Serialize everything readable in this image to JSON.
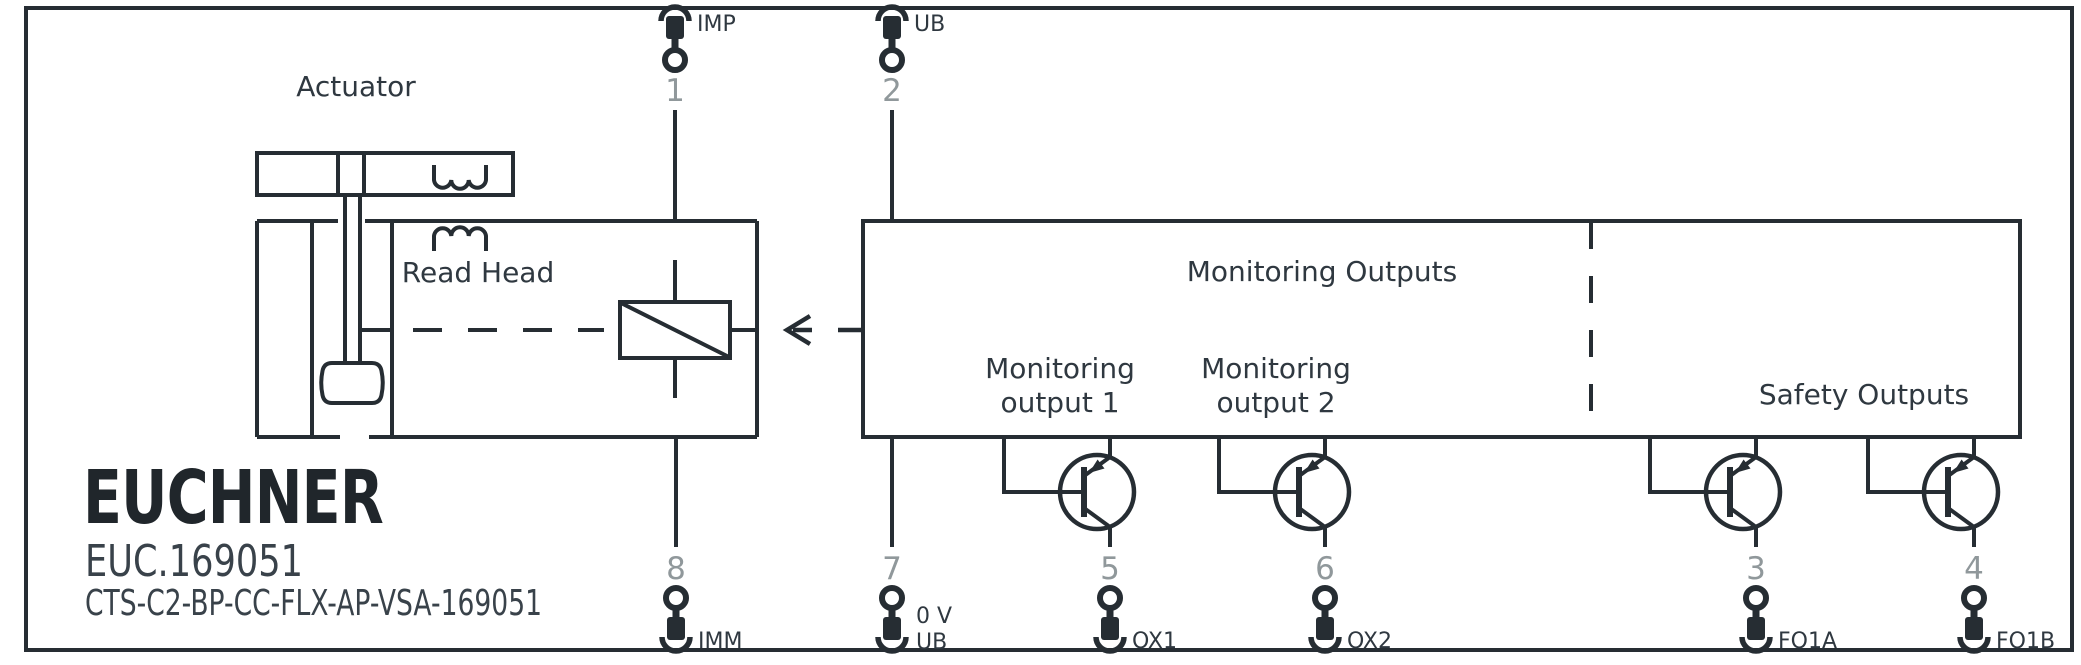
{
  "colors": {
    "line": "#262d33",
    "text": "#2f3840",
    "terminal_number": "#90989b",
    "background": "#ffffff"
  },
  "brand": {
    "logo": "EUCHNER",
    "order_code": "EUC.169051",
    "type_code": "CTS-C2-BP-CC-FLX-AP-VSA-169051"
  },
  "labels": {
    "actuator": "Actuator",
    "read_head": "Read Head",
    "monitoring_outputs": "Monitoring Outputs",
    "monitoring_output_1": [
      "Monitoring",
      "output 1"
    ],
    "monitoring_output_2": [
      "Monitoring",
      "output 2"
    ],
    "safety_outputs": "Safety Outputs"
  },
  "terminals": {
    "top": [
      {
        "number": "1",
        "signal": "IMP"
      },
      {
        "number": "2",
        "signal": "UB"
      }
    ],
    "bottom": [
      {
        "number": "8",
        "signal": "IMM"
      },
      {
        "number": "7",
        "signal": "0 V",
        "signal2": "UB"
      },
      {
        "number": "5",
        "signal": "OX1"
      },
      {
        "number": "6",
        "signal": "OX2"
      },
      {
        "number": "3",
        "signal": "FO1A"
      },
      {
        "number": "4",
        "signal": "FO1B"
      }
    ]
  }
}
